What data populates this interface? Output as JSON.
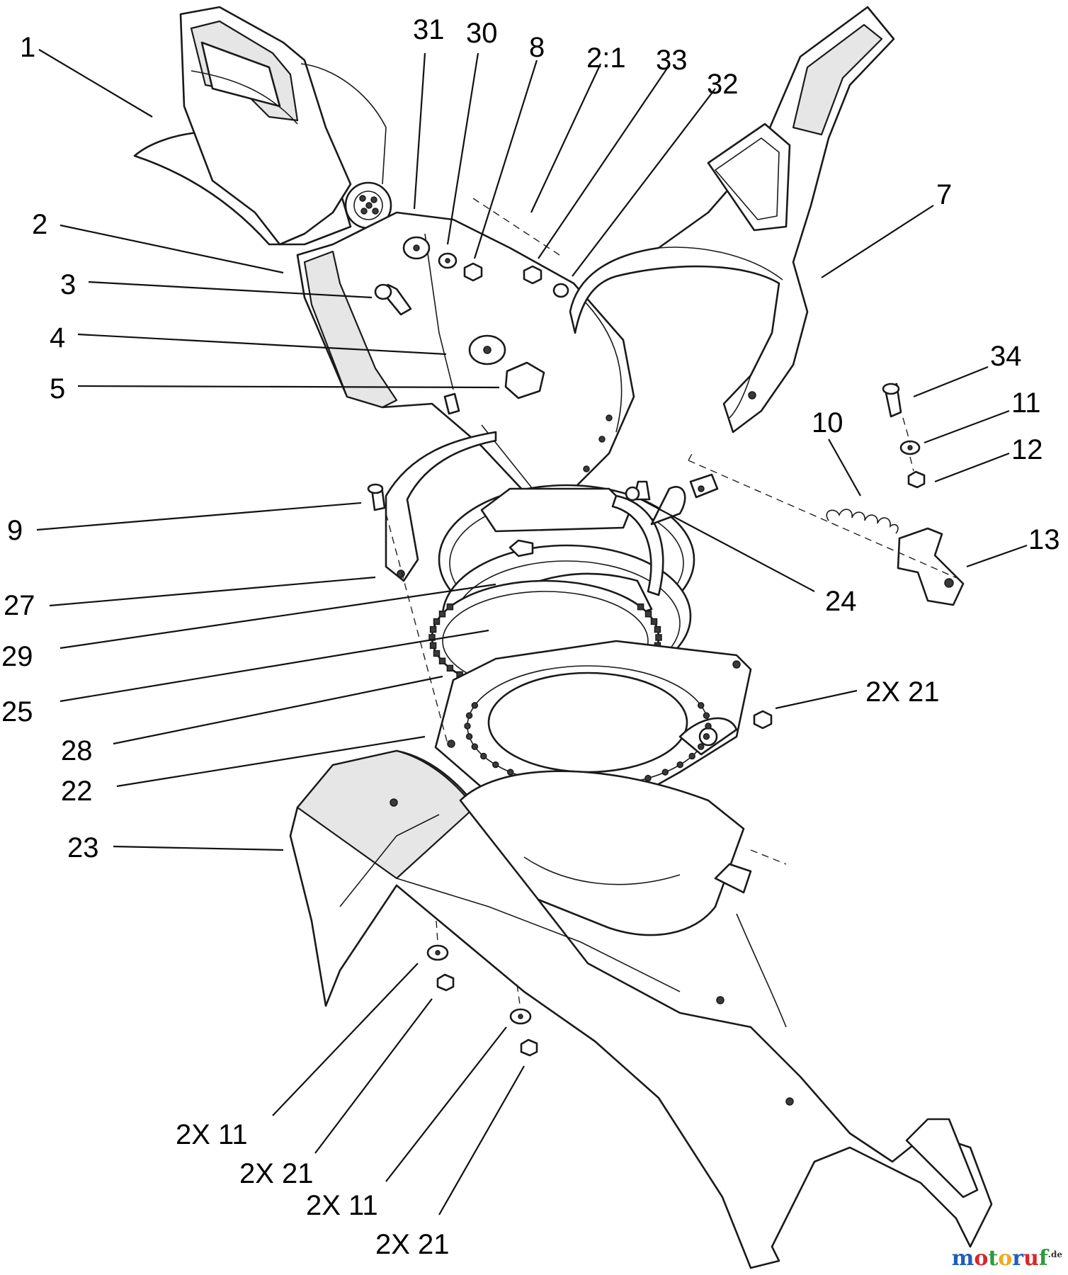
{
  "callouts": [
    {
      "id": "c1",
      "text": "1"
    },
    {
      "id": "c2",
      "text": "2"
    },
    {
      "id": "c3",
      "text": "3"
    },
    {
      "id": "c4",
      "text": "4"
    },
    {
      "id": "c5",
      "text": "5"
    },
    {
      "id": "c31",
      "text": "31"
    },
    {
      "id": "c30",
      "text": "30"
    },
    {
      "id": "c8",
      "text": "8"
    },
    {
      "id": "c21ratio",
      "text": "2:1"
    },
    {
      "id": "c33",
      "text": "33"
    },
    {
      "id": "c32",
      "text": "32"
    },
    {
      "id": "c7",
      "text": "7"
    },
    {
      "id": "c34",
      "text": "34"
    },
    {
      "id": "c11",
      "text": "11"
    },
    {
      "id": "c12",
      "text": "12"
    },
    {
      "id": "c10",
      "text": "10"
    },
    {
      "id": "c13",
      "text": "13"
    },
    {
      "id": "c9",
      "text": "9"
    },
    {
      "id": "c24",
      "text": "24"
    },
    {
      "id": "c27",
      "text": "27"
    },
    {
      "id": "c29",
      "text": "29"
    },
    {
      "id": "c25",
      "text": "25"
    },
    {
      "id": "c2x21a",
      "text": "2X 21"
    },
    {
      "id": "c28",
      "text": "28"
    },
    {
      "id": "c22",
      "text": "22"
    },
    {
      "id": "c23",
      "text": "23"
    },
    {
      "id": "c2x11a",
      "text": "2X 11"
    },
    {
      "id": "c2x21b",
      "text": "2X 21"
    },
    {
      "id": "c2x11b",
      "text": "2X 11"
    },
    {
      "id": "c2x21c",
      "text": "2X 21"
    }
  ],
  "watermark": {
    "parts": [
      {
        "text": "m",
        "color": "#1f5fb8"
      },
      {
        "text": "o",
        "color": "#d8262a"
      },
      {
        "text": "t",
        "color": "#2e9a3c"
      },
      {
        "text": "o",
        "color": "#f0a81c"
      },
      {
        "text": "r",
        "color": "#1f5fb8"
      },
      {
        "text": "u",
        "color": "#d8262a"
      },
      {
        "text": "f",
        "color": "#2e9a3c"
      }
    ],
    "suffix": ".de"
  }
}
